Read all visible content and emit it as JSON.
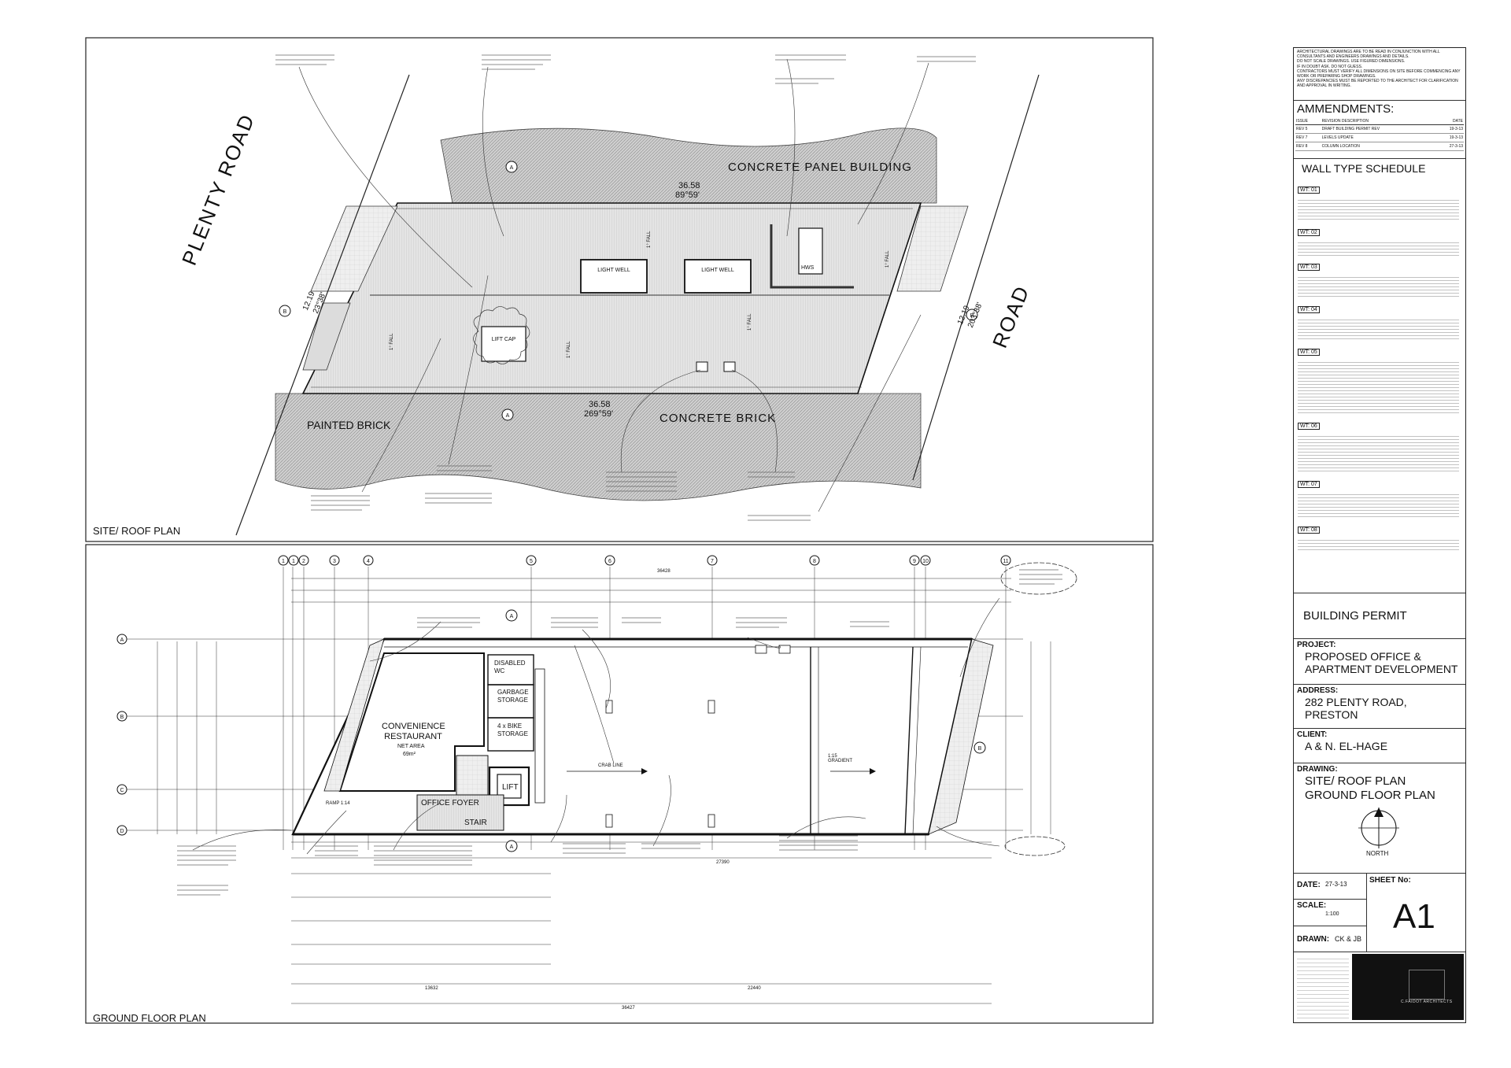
{
  "notes": [
    "ARCHITECTURAL DRAWINGS ARE TO BE READ IN CONJUNCTION WITH ALL CONSULTANTS AND ENGINEERS DRAWINGS AND DETAILS.",
    "DO NOT SCALE DRAWINGS. USE FIGURED DIMENSIONS.",
    "IF IN DOUBT ASK. DO NOT GUESS.",
    "CONTRACTORS MUST VERIFY ALL DIMENSIONS ON SITE BEFORE COMMENCING ANY WORK OR PREPARING SHOP DRAWINGS.",
    "ANY DISCREPANCIES MUST BE REPORTED TO THE ARCHITECT FOR CLARIFICATION AND APPROVAL IN WRITING."
  ],
  "amendments": {
    "title": "AMMENDMENTS:",
    "headers": [
      "ISSUE",
      "REVISION DESCRIPTION",
      "DATE"
    ],
    "rows": [
      [
        "REV 5",
        "DRAFT BUILDING PERMIT REV",
        "19-3-13"
      ],
      [
        "REV 7",
        "LEVELS UPDATE",
        "19-3-13"
      ],
      [
        "REV 8",
        "COLUMN LOCATION",
        "27-3-13"
      ]
    ]
  },
  "wall_schedule": {
    "title": "WALL TYPE SCHEDULE",
    "types": [
      "WT: 01",
      "WT: 02",
      "WT: 03",
      "WT: 04",
      "WT: 05",
      "WT: 06",
      "WT: 07",
      "WT: 08"
    ]
  },
  "building_permit": "BUILDING PERMIT",
  "project": {
    "label": "PROJECT:",
    "value": "PROPOSED OFFICE & APARTMENT DEVELOPMENT"
  },
  "address": {
    "label": "ADDRESS:",
    "value": "282 PLENTY ROAD, PRESTON"
  },
  "client": {
    "label": "CLIENT:",
    "value": "A & N. EL-HAGE"
  },
  "drawing": {
    "label": "DRAWING:",
    "value": "SITE/ ROOF PLAN GROUND FLOOR PLAN"
  },
  "north": "NORTH",
  "date": {
    "label": "DATE:",
    "value": "27-3-13"
  },
  "sheet_no": {
    "label": "SHEET No:",
    "value": "A1"
  },
  "scale": {
    "label": "SCALE:",
    "value": "1:100"
  },
  "drawn": {
    "label": "DRAWN:",
    "value": "CK & JB"
  },
  "firm": {
    "name": "C.FAIDOT ARCHITECTS"
  },
  "roof_plan": {
    "title": "SITE/ ROOF PLAN",
    "road_left": "PLENTY ROAD",
    "road_right": "ROAD",
    "neighbour_top": "CONCRETE PANEL BUILDING",
    "neighbour_bottom_left": "PAINTED BRICK",
    "neighbour_bottom_right": "CONCRETE BRICK",
    "light_well": "LIGHT WELL",
    "lift_cap": "LIFT CAP",
    "hws": "HWS",
    "bearing_top": "36.58",
    "angle_top": "89°59'",
    "bearing_bottom": "36.58",
    "angle_bottom": "269°59'",
    "side_left": "12.19",
    "side_left_angle": "23°38'",
    "side_right": "12.19",
    "side_right_angle": "203°38'",
    "fall": "1° FALL"
  },
  "ground_plan": {
    "title": "GROUND FLOOR PLAN",
    "convenience": "CONVENIENCE RESTAURANT",
    "net_area": "NET AREA",
    "area_value": "69m²",
    "disabled": "DISABLED WC",
    "garbage": "GARBAGE STORAGE",
    "bike": "4 x BIKE STORAGE",
    "lift": "LIFT",
    "office": "OFFICE FOYER",
    "stair": "STAIR",
    "ramp": "RAMP 1:14",
    "gradient": "1:15 GRADIENT",
    "crossover": "CRAB LINE",
    "grid_cols": [
      "1",
      "2",
      "3",
      "4",
      "5",
      "6",
      "7",
      "8",
      "9",
      "10",
      "11"
    ],
    "grid_rows": [
      "A",
      "B",
      "C",
      "D"
    ],
    "overall": "36428",
    "overall_lower": "36427",
    "dim_a": "13632",
    "dim_b": "22440",
    "dim_c": "27390"
  }
}
